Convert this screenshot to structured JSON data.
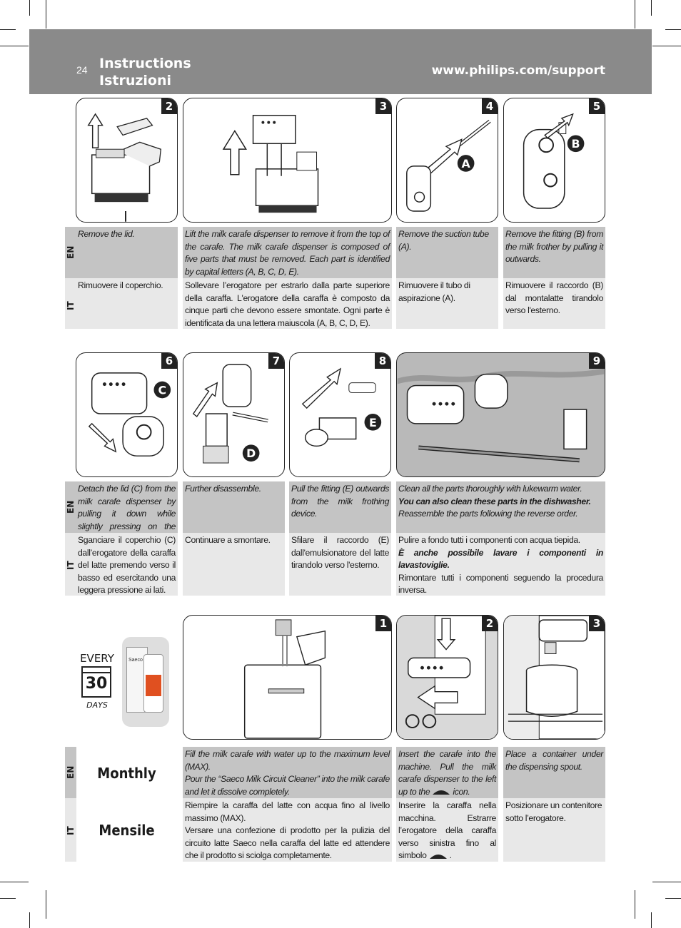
{
  "header": {
    "page_number": "24",
    "title_en": "Instructions",
    "title_it": "Istruzioni",
    "url": "www.philips.com/support"
  },
  "lang": {
    "en": "EN",
    "it": "IT"
  },
  "section1": {
    "steps": [
      {
        "num": "2",
        "en": "Remove the lid.",
        "it": "Rimuovere il coperchio."
      },
      {
        "num": "3",
        "en": "Lift the milk carafe dispenser to remove it from the top of the carafe. The milk carafe dispenser is composed of five parts that must be removed. Each part is identified by capital letters (A, B, C, D, E).",
        "it": "Sollevare l’erogatore per estrarlo dalla parte superiore della caraffa. L'erogatore della caraffa è composto da cinque parti che devono essere smontate. Ogni parte è identificata da una lettera maiuscola (A, B, C, D, E)."
      },
      {
        "num": "4",
        "label": "A",
        "en": "Remove the suction tube (A).",
        "it": "Rimuovere il tubo di aspirazione (A)."
      },
      {
        "num": "5",
        "label": "B",
        "en": "Remove the fitting (B) from the milk frother by pulling it outwards.",
        "it": "Rimuovere il raccordo (B) dal montalatte tirandolo verso l'esterno."
      }
    ]
  },
  "section2": {
    "steps": [
      {
        "num": "6",
        "label": "C",
        "en": "Detach the lid (C) from the milk carafe dispenser by pulling it down while slightly pressing on the sides.",
        "it": "Sganciare il coperchio (C) dall’erogatore della caraffa del latte premendo verso il basso ed esercitando una leggera pressione ai lati."
      },
      {
        "num": "7",
        "label": "D",
        "en": "Further disassemble.",
        "it": "Continuare a smontare."
      },
      {
        "num": "8",
        "label": "E",
        "en": "Pull the fitting (E) outwards from the milk frothing device.",
        "it": "Sfilare il raccordo (E) dall'emulsionatore del latte tirandolo verso l'esterno."
      },
      {
        "num": "9",
        "en_1": "Clean all the parts thoroughly with lukewarm water.",
        "en_2": "You can also clean these parts in the dishwasher.",
        "en_3": "Reassemble the parts following the reverse order.",
        "it_1": "Pulire a fondo tutti i componenti con acqua tiepida.",
        "it_2": "È anche possibile lavare i componenti in lavastoviglie.",
        "it_3": "Rimontare tutti i componenti seguendo la procedura inversa."
      }
    ]
  },
  "section3": {
    "every": "EVERY",
    "days_num": "30",
    "days": "DAYS",
    "brand": "Saeco",
    "monthly": "Monthly",
    "mensile": "Mensile",
    "steps": [
      {
        "num": "1",
        "en_1": "Fill the milk carafe with water up to the maximum level (MAX).",
        "en_2": "Pour the “Saeco Milk Circuit Cleaner” into the milk carafe and let it dissolve completely.",
        "it_1": "Riempire la caraffa del latte con acqua fino al livello massimo (MAX).",
        "it_2": "Versare una confezione di prodotto per la pulizia del circuito latte Saeco nella caraffa del latte ed attendere che il prodotto si sciolga completamente."
      },
      {
        "num": "2",
        "en_a": "Insert the carafe into the machine. Pull the milk carafe dispenser to the left up to the",
        "en_b": "icon.",
        "it_a": "Inserire la caraffa nella macchina. Estrarre l’erogatore della caraffa verso sinistra fino al simbolo",
        "it_b": "."
      },
      {
        "num": "3",
        "en": "Place a container under the dispensing spout.",
        "it": "Posizionare un contenitore sotto l’erogatore."
      }
    ]
  }
}
